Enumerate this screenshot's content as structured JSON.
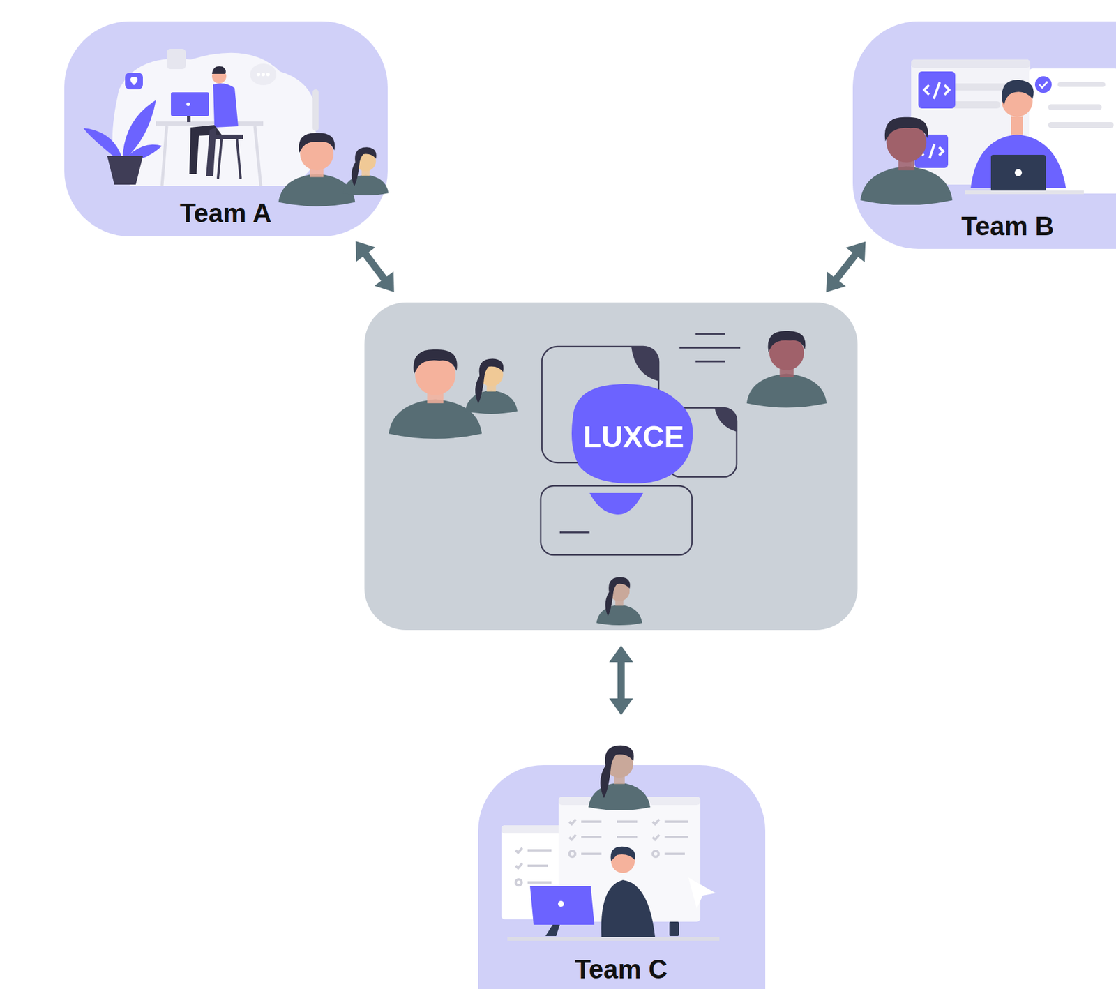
{
  "diagram": {
    "nodes": [
      {
        "text": [
          "Team A"
        ]
      },
      {
        "text": [
          "Team B"
        ]
      },
      {
        "text": [
          "LUXCE"
        ]
      },
      {
        "text": [
          "Team C"
        ]
      }
    ],
    "edges": [
      {
        "from": 0,
        "to": 2,
        "arrow": "both"
      },
      {
        "from": 1,
        "to": 2,
        "arrow": "both"
      },
      {
        "from": 2,
        "to": 3,
        "arrow": "both"
      }
    ]
  }
}
